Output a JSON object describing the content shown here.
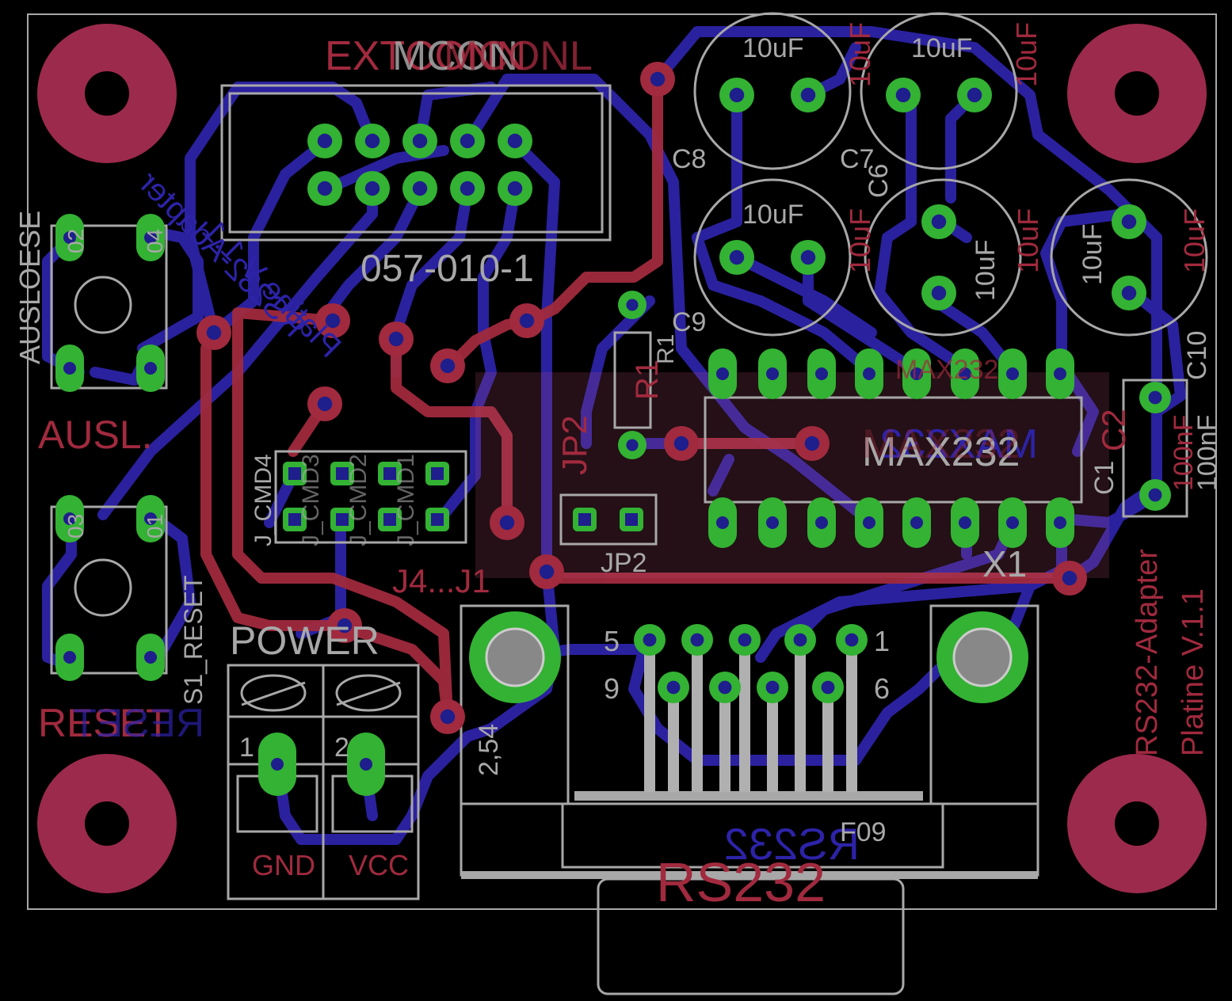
{
  "palette": {
    "background": "#000000",
    "top_copper": "#A12A3E",
    "bottom_copper": "#2D23A8",
    "pad": "#33B233",
    "via_drill": "#1E1E8C",
    "silk": "#A8A8A8",
    "top_label": "#A12A3E",
    "bottom_label": "#2D23A8"
  },
  "labels": {
    "extconn": "EXTCONN",
    "mcon": "MCON",
    "ext_ic_1": "EXTICONN",
    "ext_ic_2": "MCONL",
    "board_name_mirrored": "RS232-Adapter",
    "board_version_mirrored": "Platine V 1.1",
    "conn_part": "057-010-1",
    "c8": "C8",
    "c7": "C7",
    "c6": "C6",
    "c9": "C9",
    "c10": "C10",
    "c1c": "C1",
    "c2": "C2",
    "cap_value": "10uF",
    "cap_value_top": "10uF",
    "cap_100nf": "100nF",
    "max232": "MAX232",
    "max232_mirror": "MAX232",
    "max232_top": "MAX232",
    "r1": "R1",
    "r1_ref": "R1",
    "jp2": "JP2",
    "jp2_ref": "JP2",
    "cmd4": "J_CMD4",
    "cmd3": "J_CMD3",
    "cmd2": "J_CMD2",
    "cmd1": "J_CMD1",
    "j4j1": "J4...J1",
    "x1": "X1",
    "ausloese": "AUSLOESE",
    "ausl": "AUSL.",
    "reset": "RESET",
    "reset_mirror": "RESET",
    "s1_reset": "S1_RESET",
    "power": "POWER",
    "pin1": "1",
    "pin2": "2",
    "gnd": "GND",
    "vcc": "VCC",
    "pitch": "2,54",
    "rs232": "RS232",
    "rs232_mirror": "RS232",
    "f09": "F09",
    "sub_5": "5",
    "sub_1": "1",
    "sub_9": "9",
    "sub_6": "6",
    "side_name": "RS232-Adapter",
    "side_version": "Platine V.1.1",
    "sw_02": "02",
    "sw_04": "04",
    "sw_01": "01",
    "sw_03": "03",
    "plus": "+"
  }
}
